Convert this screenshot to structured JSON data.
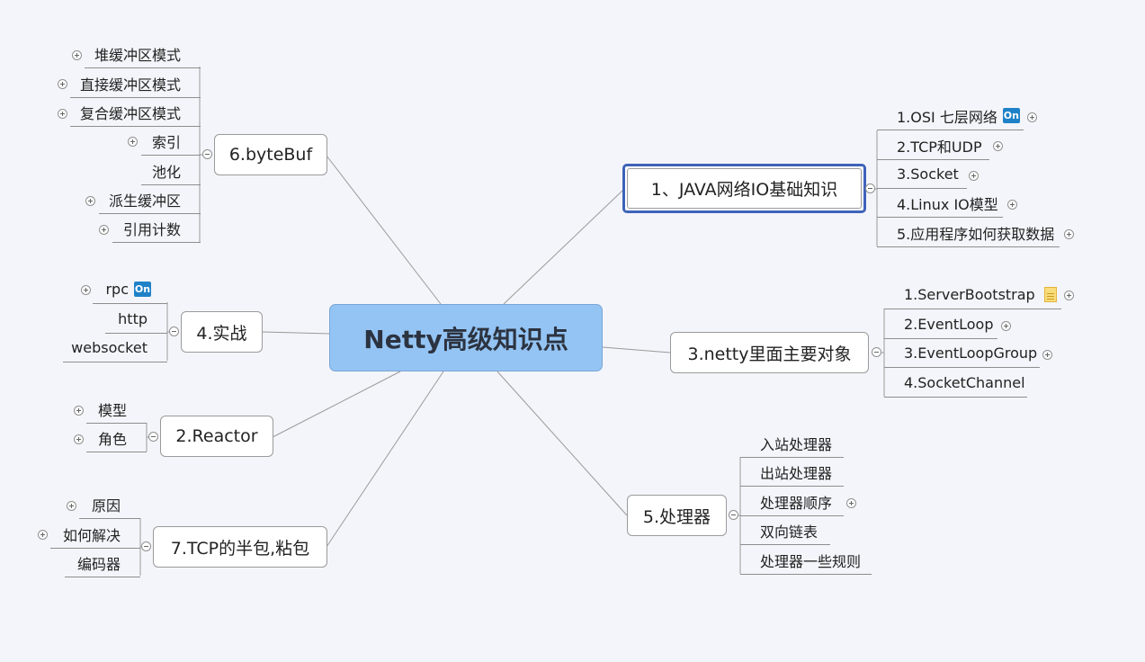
{
  "root": {
    "label": "Netty高级知识点",
    "color": "#94c4f4"
  },
  "branches": {
    "java_io": {
      "label": "1、JAVA网络IO基础知识",
      "children": [
        "1.OSI 七层网络",
        "2.TCP和UDP",
        "3.Socket",
        "4.Linux IO模型",
        "5.应用程序如何获取数据"
      ],
      "badge": "On"
    },
    "netty_objects": {
      "label": "3.netty里面主要对象",
      "children": [
        "1.ServerBootstrap",
        "2.EventLoop",
        "3.EventLoopGroup",
        "4.SocketChannel"
      ]
    },
    "handlers": {
      "label": "5.处理器",
      "children": [
        "入站处理器",
        "出站处理器",
        "处理器顺序",
        "双向链表",
        "处理器一些规则"
      ]
    },
    "bytebuf": {
      "label": "6.byteBuf",
      "children": [
        "堆缓冲区模式",
        "直接缓冲区模式",
        "复合缓冲区模式",
        "索引",
        "池化",
        "派生缓冲区",
        "引用计数"
      ]
    },
    "practice": {
      "label": "4.实战",
      "children": [
        "rpc",
        "http",
        "websocket"
      ],
      "badge": "On"
    },
    "reactor": {
      "label": "2.Reactor",
      "children": [
        "模型",
        "角色"
      ]
    },
    "tcp_packet": {
      "label": "7.TCP的半包,粘包",
      "children": [
        "原因",
        "如何解决",
        "编码器"
      ]
    }
  },
  "colors": {
    "background": "#f4f5fa",
    "selected_border": "#3e63b8",
    "line": "#9a9a9a"
  },
  "icons": {
    "expand": "plus-circle-icon",
    "collapse": "minus-circle-icon",
    "online_badge": "on-badge-icon",
    "note": "note-icon"
  }
}
